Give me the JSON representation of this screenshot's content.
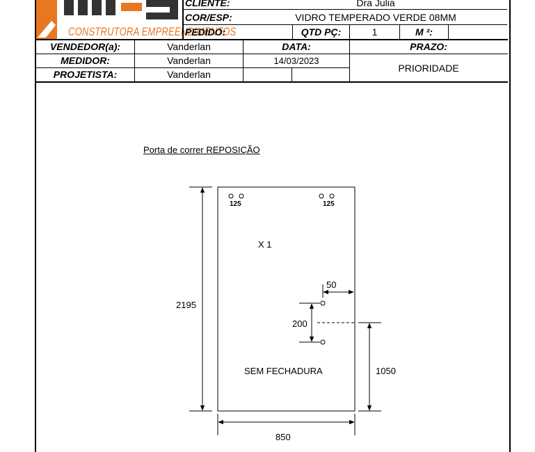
{
  "logo": {
    "caption": "CONSTRUTORA EMPREENDIMENTOS",
    "brand_color": "#e87722"
  },
  "header": {
    "cliente_label": "CLIENTE:",
    "cliente_value": "Dra Julia",
    "cor_label": "COR/ESP:",
    "cor_value": "VIDRO TEMPERADO VERDE 08MM",
    "pedido_label": "PEDIDO:",
    "qtd_label": "QTD PÇ:",
    "qtd_value": "1",
    "m2_label": "M ²:",
    "vendedor_label": "VENDEDOR(a):",
    "vendedor_value": "Vanderlan",
    "medidor_label": "MEDIDOR:",
    "medidor_value": "Vanderlan",
    "projetista_label": "PROJETISTA:",
    "projetista_value": "Vanderlan",
    "data_label": "DATA:",
    "data_value": "14/03/2023",
    "prazo_label": "PRAZO:",
    "prioridade_label": "PRIORIDADE"
  },
  "drawing": {
    "title": "Porta de correr REPOSIÇÃO",
    "height_label": "2195",
    "width_label": "850",
    "hole_left_label": "125",
    "hole_right_label": "125",
    "quantity_label": "X 1",
    "edge_offset_label": "50",
    "hole_spacing_label": "200",
    "handle_height_label": "1050",
    "no_lock_label": "SEM FECHADURA"
  }
}
